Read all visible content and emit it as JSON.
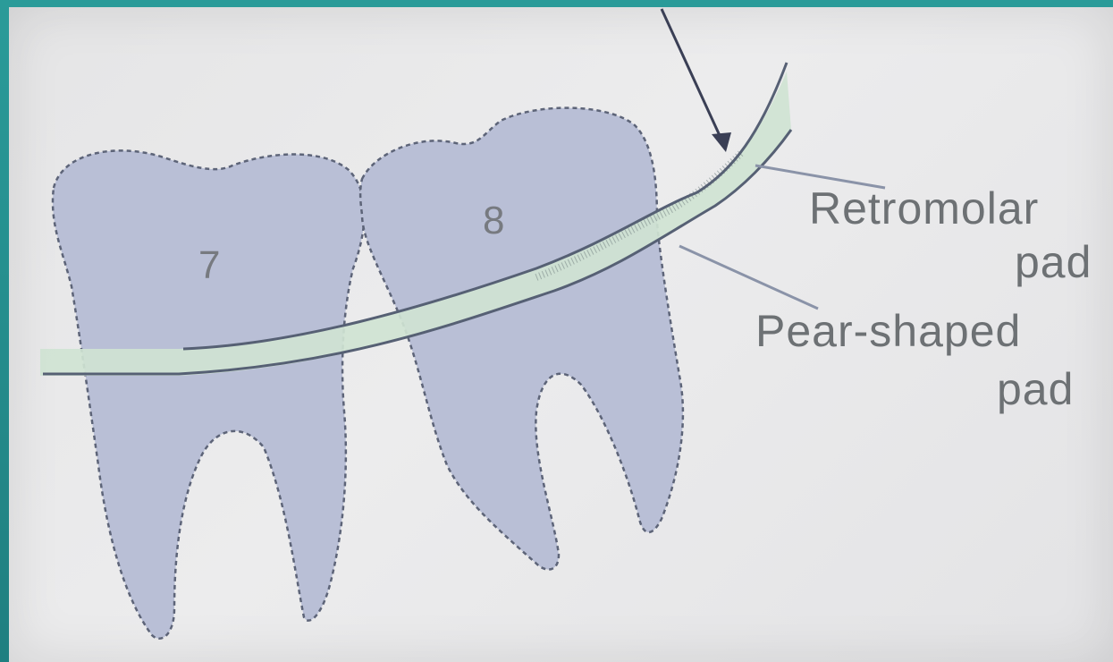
{
  "diagram": {
    "teeth": [
      {
        "number": "7"
      },
      {
        "number": "8"
      }
    ],
    "labels": {
      "retromolar_line1": "Retromolar",
      "retromolar_line2": "pad",
      "pear_line1": "Pear-shaped",
      "pear_line2": "pad"
    },
    "colors": {
      "tooth_fill": "#b9bfd6",
      "tooth_outline": "#5d6478",
      "pad_band": "#cfe3d3",
      "pad_lines": "#566074",
      "arrow": "#3a3f55",
      "background_frame": "#2a8f8f",
      "paper": "#e8e8e9"
    }
  }
}
